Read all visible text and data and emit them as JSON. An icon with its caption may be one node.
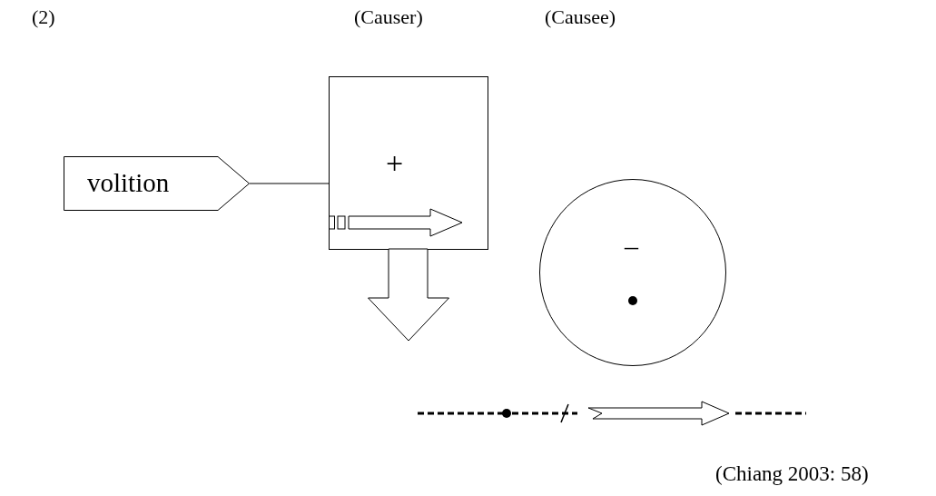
{
  "diagram": {
    "caption": "(Chiang 2003: 58)",
    "nodes": [
      {
        "text": [
          "volition"
        ]
      },
      {
        "text": [
          "+"
        ]
      },
      {
        "text": [
          "–"
        ]
      }
    ],
    "edges": [
      {
        "from": 0,
        "to": 1,
        "arrow": "none"
      }
    ],
    "labels": [
      "(2)",
      "(Causer)",
      "(Causee)"
    ]
  }
}
